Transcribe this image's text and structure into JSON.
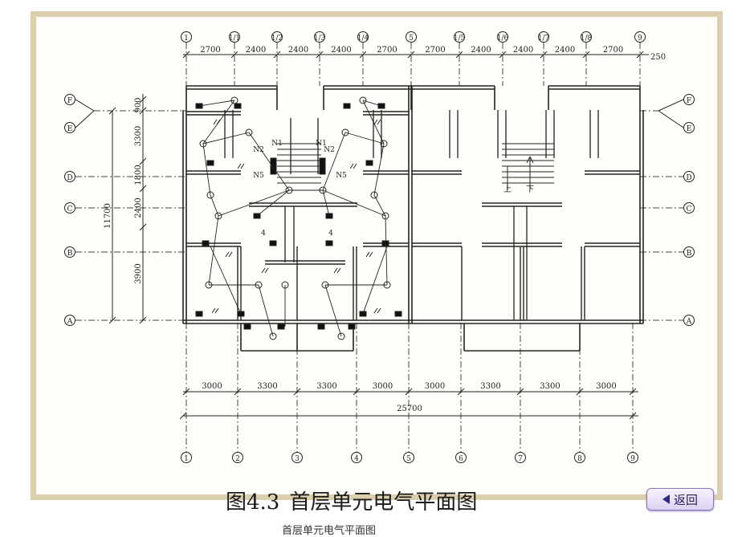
{
  "figure": {
    "caption_label": "图4.3",
    "caption_title": "首层单元电气平面图",
    "back_button_label": "返回",
    "footer_text": "首层单元电气平面图"
  },
  "axes": {
    "top_labels": [
      "1",
      "1/1",
      "1/2",
      "1/3",
      "1/4",
      "5",
      "1/5",
      "1/6",
      "1/7",
      "1/8",
      "9"
    ],
    "top_dims": [
      "2700",
      "2400",
      "2400",
      "2400",
      "2700",
      "2700",
      "2400",
      "2400",
      "2400",
      "2700"
    ],
    "top_edge_dim": "250",
    "bottom_labels": [
      "1",
      "2",
      "3",
      "4",
      "5",
      "6",
      "7",
      "8",
      "9"
    ],
    "bottom_dims": [
      "3000",
      "3300",
      "3300",
      "3000",
      "3000",
      "3300",
      "3300",
      "3000"
    ],
    "total_dim": "25700",
    "side_labels": [
      "F",
      "E",
      "D",
      "C",
      "B",
      "A"
    ],
    "left_dims": [
      "900",
      "3300",
      "1800",
      "2400",
      "3900"
    ],
    "left_total_dim": "11700"
  },
  "annotations": {
    "n2": "N2",
    "n1": "N1",
    "n5": "N5",
    "four": "4",
    "up": "上",
    "down": "下"
  }
}
